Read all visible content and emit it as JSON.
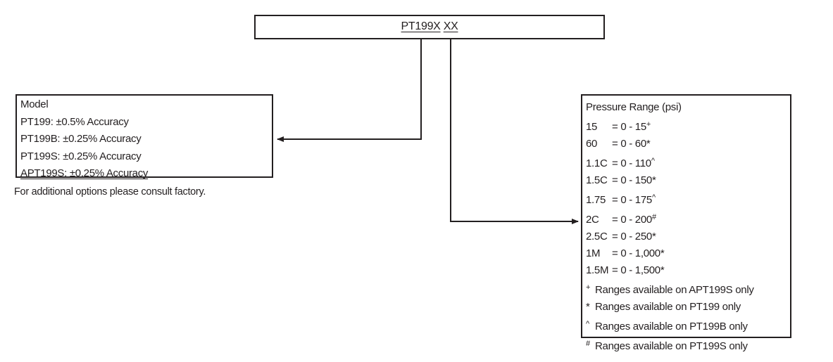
{
  "part_code": {
    "prefix": "PT199X",
    "suffix": "XX"
  },
  "model": {
    "title": "Model",
    "items": [
      "PT199: ±0.5% Accuracy",
      "PT199B: ±0.25% Accuracy",
      "PT199S: ±0.25% Accuracy",
      "APT199S: ±0.25% Accuracy"
    ],
    "footnote": "For additional options please consult factory."
  },
  "pressure_range": {
    "title": "Pressure Range (psi)",
    "items": [
      {
        "code": "15",
        "range": "= 0 - 15",
        "mark": "+"
      },
      {
        "code": "60",
        "range": "= 0 - 60",
        "mark": "*"
      },
      {
        "code": "1.1C",
        "range": "= 0 - 110",
        "mark": "^"
      },
      {
        "code": "1.5C",
        "range": "= 0 - 150",
        "mark": "*"
      },
      {
        "code": "1.75",
        "range": "= 0 - 175",
        "mark": "^"
      },
      {
        "code": "2C",
        "range": "= 0 - 200",
        "mark": "#"
      },
      {
        "code": "2.5C",
        "range": "= 0 - 250",
        "mark": "*"
      },
      {
        "code": "1M",
        "range": "= 0 - 1,000",
        "mark": "*"
      },
      {
        "code": "1.5M",
        "range": "= 0 - 1,500",
        "mark": "*"
      }
    ],
    "legend": [
      {
        "mark": "+",
        "text": "Ranges available on APT199S only"
      },
      {
        "mark": "*",
        "text": "Ranges available on PT199 only"
      },
      {
        "mark": "^",
        "text": "Ranges available on PT199B only"
      },
      {
        "mark": "#",
        "text": "Ranges available on PT199S only"
      }
    ]
  },
  "colors": {
    "line": "#231f20",
    "text": "#231f20",
    "background": "#ffffff"
  }
}
